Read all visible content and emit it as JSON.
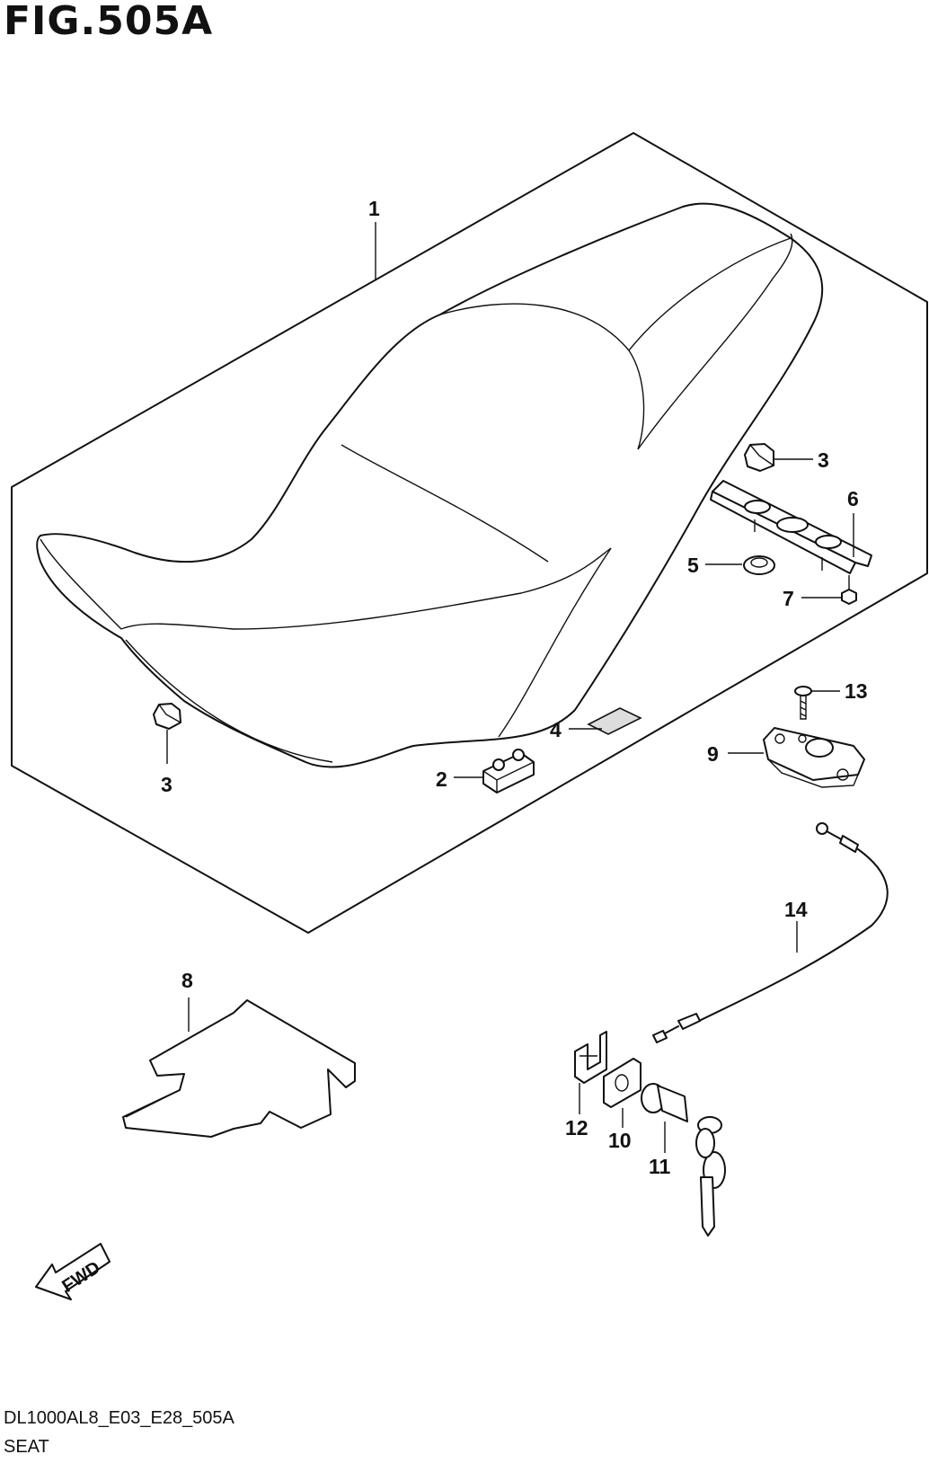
{
  "figure": {
    "title": "FIG.505A"
  },
  "callouts": {
    "c1": "1",
    "c2": "2",
    "c3a": "3",
    "c3b": "3",
    "c4": "4",
    "c5": "5",
    "c6": "6",
    "c7": "7",
    "c8": "8",
    "c9": "9",
    "c10": "10",
    "c11": "11",
    "c12": "12",
    "c13": "13",
    "c14": "14"
  },
  "fwd_label": "FWD",
  "footer": {
    "code": "DL1000AL8_E03_E28_505A",
    "name": "SEAT"
  }
}
